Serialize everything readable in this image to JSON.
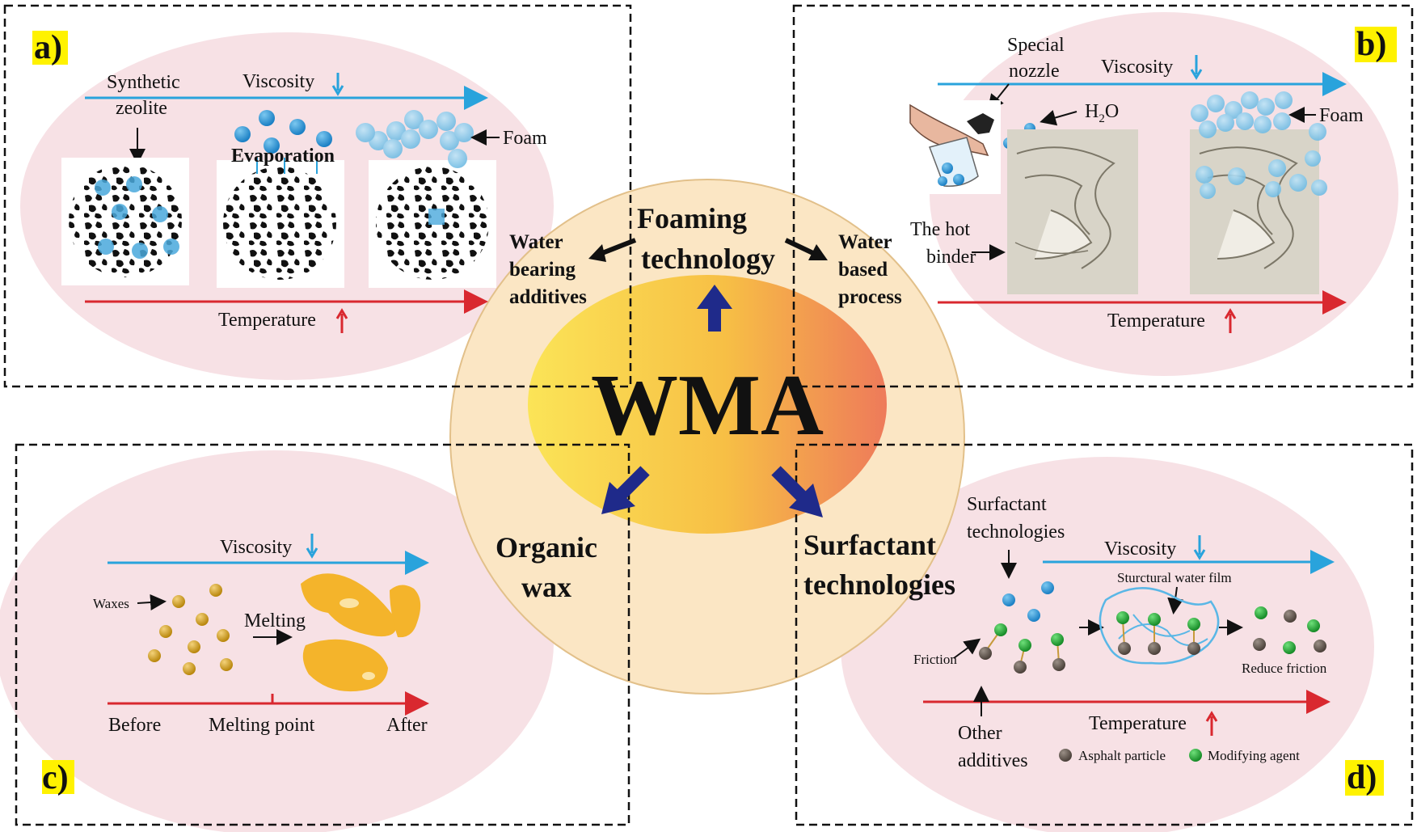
{
  "center": {
    "title": "WMA",
    "categories": {
      "foaming": "Foaming technology",
      "foaming_line1": "Foaming",
      "foaming_line2": "technology",
      "water_bearing": [
        "Water",
        "bearing",
        "additives"
      ],
      "water_based": [
        "Water",
        "based",
        "process"
      ],
      "organic_wax": [
        "Organic",
        "wax"
      ],
      "surfactant": [
        "Surfactant",
        "technologies"
      ]
    }
  },
  "panels": {
    "a": {
      "tag": "a)",
      "viscosity": "Viscosity",
      "temperature": "Temperature",
      "synthetic": [
        "Synthetic",
        "zeolite"
      ],
      "evaporation": "Evaporation",
      "foam": "Foam"
    },
    "b": {
      "tag": "b)",
      "viscosity": "Viscosity",
      "temperature": "Temperature",
      "nozzle": [
        "Special",
        "nozzle"
      ],
      "water": "H",
      "water_sub": "2",
      "water_o": "O",
      "foam": "Foam",
      "binder": [
        "The hot",
        "binder"
      ]
    },
    "c": {
      "tag": "c)",
      "viscosity": "Viscosity",
      "waxes": "Waxes",
      "melting": "Melting",
      "before": "Before",
      "melting_point": "Melting point",
      "after": "After"
    },
    "d": {
      "tag": "d)",
      "viscosity": "Viscosity",
      "temperature": "Temperature",
      "surfactant": [
        "Surfactant",
        "technologies"
      ],
      "water_film": "Sturctural water film",
      "friction": "Friction",
      "reduce": "Reduce friction",
      "other": [
        "Other",
        "additives"
      ],
      "asphalt": "Asphalt particle",
      "modifying": "Modifying agent"
    }
  },
  "colors": {
    "panel_bg": "#f7e1e5",
    "viscosity_arrow": "#29a3dc",
    "temperature_arrow": "#d9282f",
    "center_outer": "#fbe6c4",
    "center_inner_left": "#fbe457",
    "center_inner_right": "#ee7a5a",
    "blue_arrow": "#1f2a8a",
    "tag_bg": "#fff200"
  }
}
